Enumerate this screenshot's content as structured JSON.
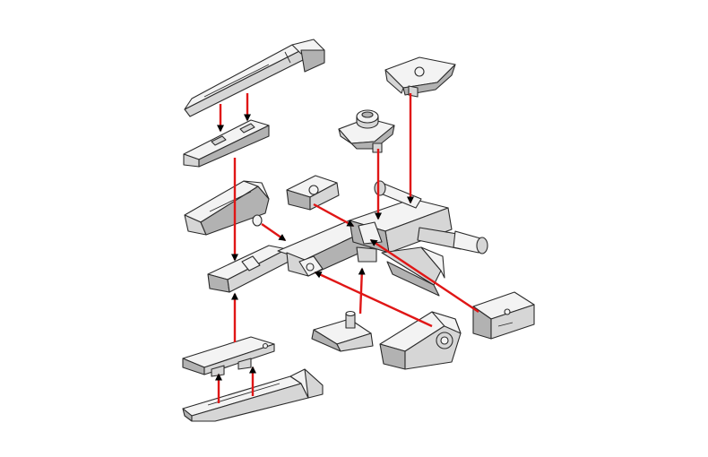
{
  "diagram": {
    "type": "exploded-assembly",
    "colors": {
      "arrow": "#e01616",
      "part_light": "#f3f3f3",
      "part_mid": "#d6d6d6",
      "part_dark": "#b2b2b2",
      "outline": "#2b2b2b",
      "background": "#ffffff"
    },
    "parts": [
      "top-barrel-blade",
      "upper-barrel-rail",
      "side-wing-block",
      "small-cap-block",
      "main-rifle-body",
      "top-mount-cap",
      "dome-post-cap",
      "forward-grip",
      "side-clip-plate",
      "rear-armor-shell",
      "bracket-with-post",
      "lower-rail-plate",
      "bottom-barrel-blade"
    ],
    "arrow_count": 13
  }
}
